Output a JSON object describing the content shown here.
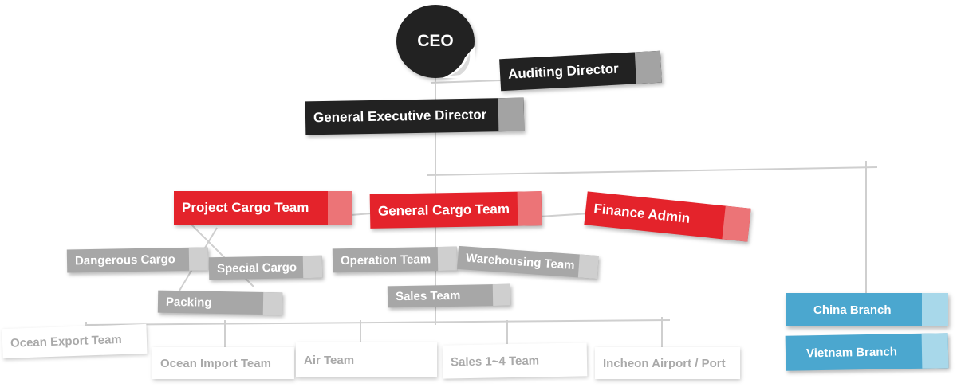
{
  "ceo": "CEO",
  "auditing_director": "Auditing Director",
  "general_executive_director": "General Executive Director",
  "project_cargo_team": "Project Cargo Team",
  "general_cargo_team": "General Cargo Team",
  "finance_admin": "Finance Admin",
  "dangerous_cargo": "Dangerous Cargo",
  "special_cargo": "Special Cargo",
  "packing": "Packing",
  "operation_team": "Operation Team",
  "warehousing_team": "Warehousing Team",
  "sales_team": "Sales Team",
  "ocean_export_team": "Ocean Export Team",
  "ocean_import_team": "Ocean Import Team",
  "air_team": "Air Team",
  "sales_1_4_team": "Sales 1~4 Team",
  "incheon_airport_port": "Incheon Airport / Port",
  "china_branch": "China Branch",
  "vietnam_branch": "Vietnam Branch",
  "colors": {
    "dark": "#222222",
    "red": "#e4232b",
    "grey": "#a7a7a7",
    "blue": "#4ba7cf"
  }
}
